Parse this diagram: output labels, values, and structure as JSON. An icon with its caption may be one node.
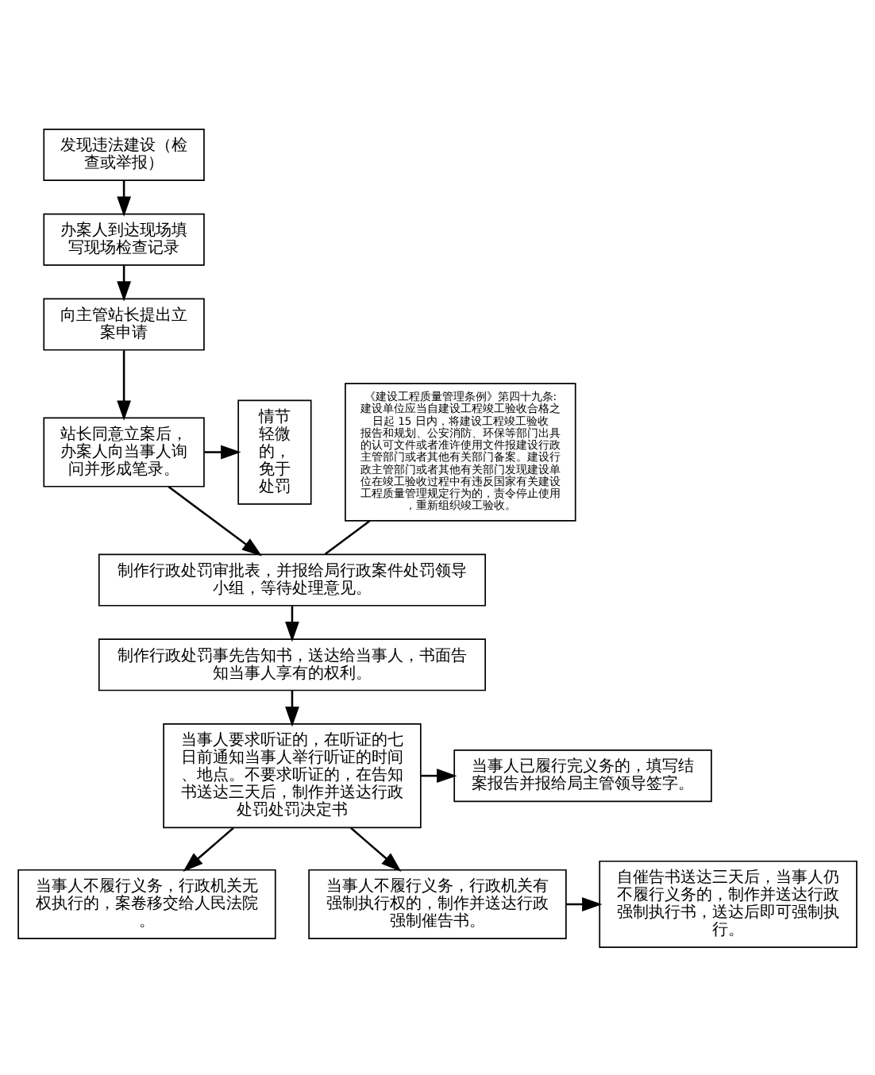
{
  "diagram": {
    "nodes": [
      {
        "text": [
          "发现违法建设（检查或举报）"
        ]
      },
      {
        "text": [
          "办案人到达现场填写现场检查记录"
        ]
      },
      {
        "text": [
          "向主管站长提出立案申请"
        ]
      },
      {
        "text": [
          "站长同意立案后，办案人向当事人询问并形成笔录。"
        ]
      },
      {
        "text": [
          "情节轻微的，免于处罚"
        ]
      },
      {
        "text": [
          "《建设工程质量管理条例》第四十九条:建设单位应当自建设工程竣工验收合格之日起 15 日内，将建设工程竣工验收报告和规划、公安消防、环保等部门出具的认可文件或者准许使用文件报建设行政主管部门或者其他有关部门备案。建设行政主管部门或者其他有关部门发现建设单位在竣工验收过程中有违反国家有关建设工程质量管理规定行为的，责令停止使用，重新组织竣工验收。"
        ]
      },
      {
        "text": [
          "制作行政处罚审批表，并报给局行政案件处罚领导小组，等待处理意见。"
        ]
      },
      {
        "text": [
          "制作行政处罚事先告知书，送达给当事人，书面告知当事人享有的权利。"
        ]
      },
      {
        "text": [
          "当事人已履行完义务的，填写结案报告并报给局主管领导签字。"
        ]
      },
      {
        "text": [
          "当事人要求听证的，在听证的七日前通知当事人举行听证的时间、地点。不要求听证的，在告知书送达三天后，制作并送达行政处罚处罚决定书"
        ]
      },
      {
        "text": [
          "当事人不履行义务，行政机关无权执行的，案卷移交给人民法院。"
        ]
      },
      {
        "text": [
          "自催告书送达三天后，当事人仍不履行义务的，制作并送达行政强制执行书，送达后即可强制执行。"
        ]
      },
      {
        "text": [
          "当事人不履行义务，行政机关有强制执行权的，制作并送达行政强制催告书。"
        ]
      }
    ],
    "edges": [
      {
        "from": 0,
        "to": 1,
        "arrow": "to"
      },
      {
        "from": 1,
        "to": 2,
        "arrow": "to"
      },
      {
        "from": 2,
        "to": 3,
        "arrow": "to"
      },
      {
        "from": 3,
        "to": 4,
        "arrow": "to"
      },
      {
        "from": 3,
        "to": 6,
        "arrow": "to"
      },
      {
        "from": 5,
        "to": 6,
        "arrow": "none"
      },
      {
        "from": 6,
        "to": 7,
        "arrow": "to"
      },
      {
        "from": 7,
        "to": 9,
        "arrow": "to"
      },
      {
        "from": 9,
        "to": 8,
        "arrow": "to"
      },
      {
        "from": 9,
        "to": 10,
        "arrow": "to"
      },
      {
        "from": 9,
        "to": 12,
        "arrow": "to"
      },
      {
        "from": 12,
        "to": 11,
        "arrow": "to"
      }
    ]
  }
}
